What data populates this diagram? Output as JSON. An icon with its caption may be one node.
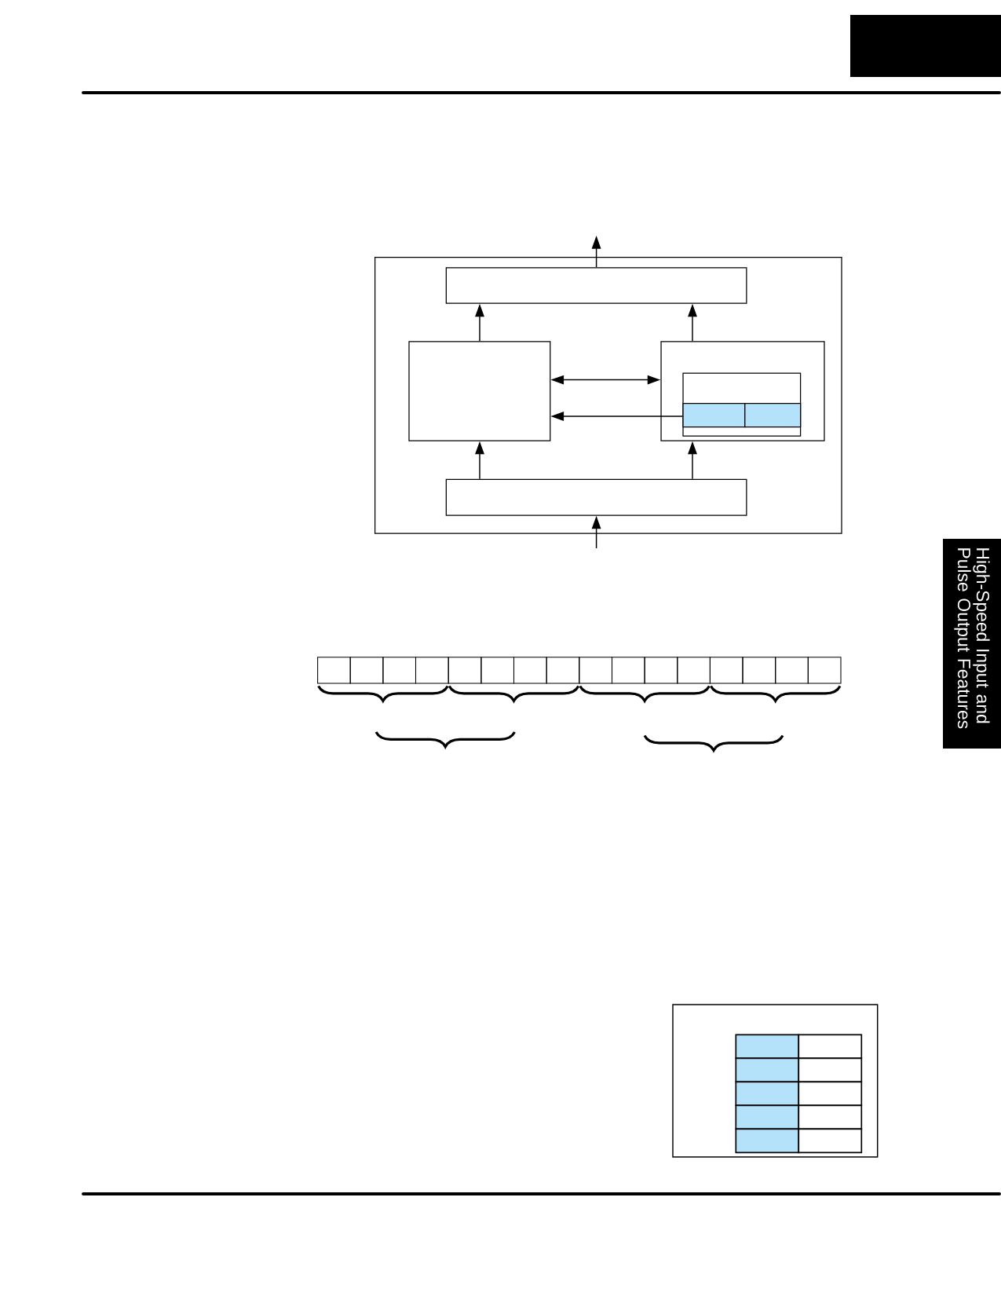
{
  "diagram": {
    "nodes": [
      {
        "text": [],
        "shape": "box"
      },
      {
        "text": [],
        "shape": "box",
        "in": 0
      },
      {
        "text": [],
        "shape": "box",
        "in": 0
      },
      {
        "text": [],
        "shape": "box",
        "in": 0
      },
      {
        "text": [],
        "shape": "box",
        "in": 3
      },
      {
        "text": [],
        "shape": "box",
        "in": 4
      },
      {
        "text": [],
        "shape": "box",
        "in": 4
      },
      {
        "text": [],
        "shape": "box",
        "in": 0
      },
      {
        "text": [
          "High-Speed Input and Pulse Output Features"
        ]
      }
    ],
    "edges": [
      {
        "from": 1,
        "to": null,
        "arrow": "to"
      },
      {
        "from": 2,
        "to": 1,
        "arrow": "to"
      },
      {
        "from": 3,
        "to": 1,
        "arrow": "to"
      },
      {
        "from": 2,
        "to": 3,
        "arrow": "both"
      },
      {
        "from": 5,
        "to": 2,
        "arrow": "to"
      },
      {
        "from": 7,
        "to": 2,
        "arrow": "to"
      },
      {
        "from": 7,
        "to": 3,
        "arrow": "to"
      },
      {
        "from": null,
        "to": 7,
        "arrow": "to"
      }
    ]
  }
}
